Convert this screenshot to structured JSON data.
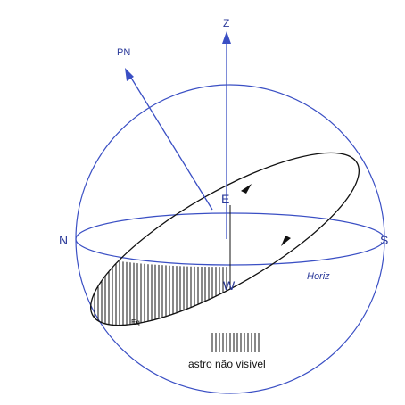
{
  "labels": {
    "zenith": "Z",
    "north_pole": "PN",
    "north": "N",
    "south": "S",
    "east": "E",
    "west": "W",
    "horizon": "Horiz",
    "equator": "Eq"
  },
  "legend": {
    "text": "astro não visível"
  },
  "colors": {
    "sphere": "#3a4fc4",
    "labels": "#2b3a9a",
    "orbit": "#111111",
    "hatch": "#111111"
  }
}
